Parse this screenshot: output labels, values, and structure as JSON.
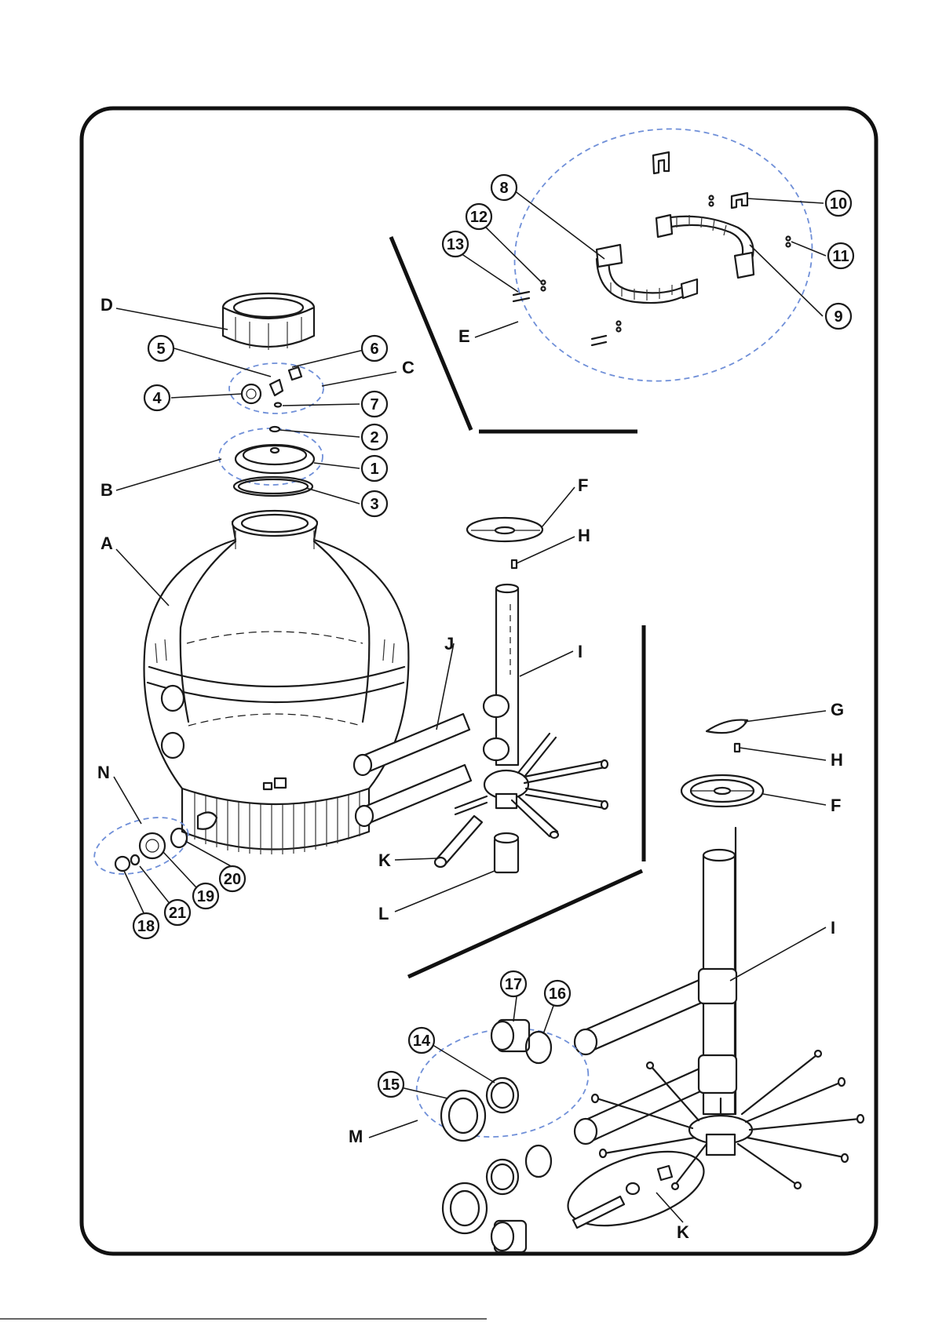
{
  "diagram": {
    "letters": {
      "A": "A",
      "B": "B",
      "C": "C",
      "D": "D",
      "E": "E",
      "F1": "F",
      "F2": "F",
      "G": "G",
      "H1": "H",
      "H2": "H",
      "I1": "I",
      "I2": "I",
      "J": "J",
      "K1": "K",
      "K2": "K",
      "L": "L",
      "M": "M",
      "N": "N"
    },
    "numbers": {
      "n1": "1",
      "n2": "2",
      "n3": "3",
      "n4": "4",
      "n5": "5",
      "n6": "6",
      "n7": "7",
      "n8": "8",
      "n9": "9",
      "n10": "10",
      "n11": "11",
      "n12": "12",
      "n13": "13",
      "n14": "14",
      "n15": "15",
      "n16": "16",
      "n17": "17",
      "n18": "18",
      "n19": "19",
      "n20": "20",
      "n21": "21"
    },
    "colors": {
      "group_outline": "#6f8fd8",
      "frame": "#111111",
      "line_art": "#1a1a1a"
    }
  }
}
